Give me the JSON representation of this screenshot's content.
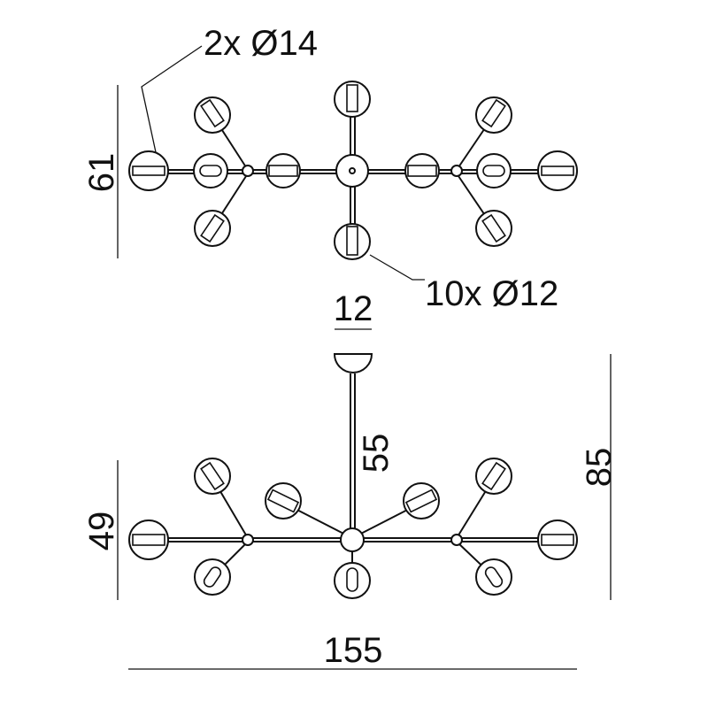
{
  "drawing": {
    "top_view": {
      "height_dim": "61",
      "callout_large": "2x Ø14",
      "callout_small": "10x Ø12"
    },
    "side_view": {
      "canopy_dim": "12",
      "rod_dim": "55",
      "total_height_dim": "85",
      "arms_height_dim": "49",
      "width_dim": "155"
    }
  }
}
